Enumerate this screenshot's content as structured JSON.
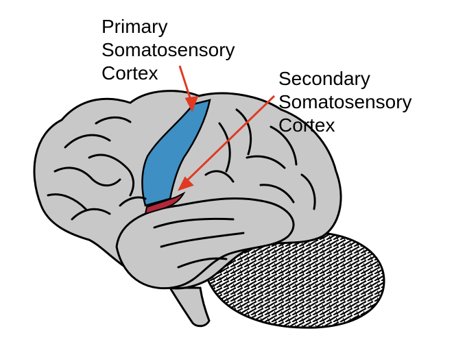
{
  "labels": {
    "primary": [
      "Primary",
      "Somatosensory",
      "Cortex"
    ],
    "secondary": [
      "Secondary",
      "Somatosensory",
      "Cortex"
    ]
  },
  "colors": {
    "brain_fill": "#c8c8c8",
    "outline": "#000000",
    "primary_region": "#3d8fc4",
    "secondary_region": "#b0283a",
    "arrow": "#e03a22",
    "cerebellum_fill": "#ffffff"
  }
}
